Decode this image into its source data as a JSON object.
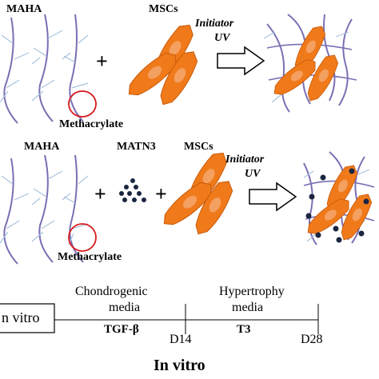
{
  "row1": {
    "hydrogel_label": "MAHA",
    "cells_label": "MSCs",
    "plus": "+",
    "process_line1": "Initiator",
    "process_line2": "UV",
    "group_label": "Methacrylate"
  },
  "row2": {
    "hydrogel_label": "MAHA",
    "protein_label": "MATN3",
    "cells_label": "MSCs",
    "plus1": "+",
    "plus2": "+",
    "process_line1": "Initiator",
    "process_line2": "UV",
    "group_label": "Methacrylate"
  },
  "timeline": {
    "box_label": "n vitro",
    "phase1_line1": "Chondrogenic",
    "phase1_line2": "media",
    "phase1_factor": "TGF-β",
    "phase2_line1": "Hypertrophy",
    "phase2_line2": "media",
    "phase2_factor": "T3",
    "day1": "D14",
    "day2": "D28",
    "caption": "In vitro"
  },
  "colors": {
    "polymer_main": "#7b6fb3",
    "polymer_branch": "#a9c3dc",
    "cell_orange": "#f07a1a",
    "cell_nucleus": "#f4a060",
    "methacrylate_circle": "#d8191c",
    "matn3_dot": "#1a2540"
  }
}
